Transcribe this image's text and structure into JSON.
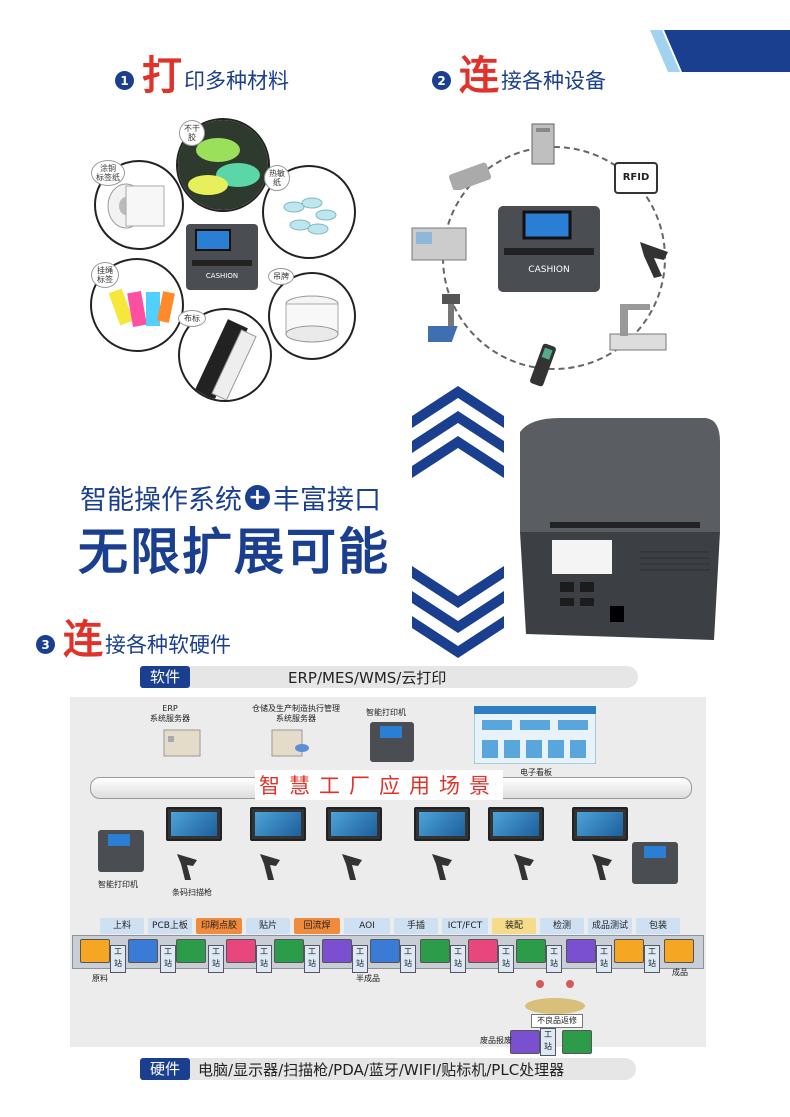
{
  "colors": {
    "brand_blue": "#1b3f8f",
    "accent_red": "#e0322a",
    "bar_gray": "#e6e6e6"
  },
  "section1": {
    "num": "1",
    "big": "打",
    "rest": "印多种材料",
    "labels": {
      "coated": "涂铜\n标签纸",
      "nodry": "不干\n胶",
      "thermal": "热敏\n纸",
      "tag_rope": "挂绳\n标签",
      "hangtag": "吊牌",
      "cloth": "布标"
    }
  },
  "section2": {
    "num": "2",
    "big": "连",
    "rest": "接各种设备",
    "rfid": "RFID"
  },
  "tagline": {
    "line1_a": "智能操作系统",
    "plus": "+",
    "line1_b": "丰富接口",
    "line2": "无限扩展可能"
  },
  "section3": {
    "num": "3",
    "big": "连",
    "rest": "接各种软硬件"
  },
  "software_bar": {
    "tag": "软件",
    "text": "ERP/MES/WMS/云打印"
  },
  "hardware_bar": {
    "tag": "硬件",
    "text": "电脑/显示器/扫描枪/PDA/蓝牙/WIFI/贴标机/PLC处理器"
  },
  "factory": {
    "title": "智慧工厂应用场景",
    "erp_label": "ERP\n系统服务器",
    "mes_label": "仓储及生产制造执行管理\n系统服务器",
    "printer_top_label": "智能打印机",
    "board_label": "电子看板",
    "printer_left_label": "智能打印机",
    "scanner_label": "条码扫描枪",
    "brand": "CASHION",
    "stages": [
      "上料",
      "PCB上板",
      "印刷点胶",
      "贴片",
      "回流焊",
      "AOI",
      "手插",
      "ICT/FCT",
      "装配",
      "检测",
      "成品测试",
      "包装"
    ],
    "station_text": "工\n站",
    "raw_label": "原料",
    "semi_label": "半成品",
    "finished_label": "成品",
    "rework_label": "不良品返修",
    "scrap_label": "废品报废"
  }
}
